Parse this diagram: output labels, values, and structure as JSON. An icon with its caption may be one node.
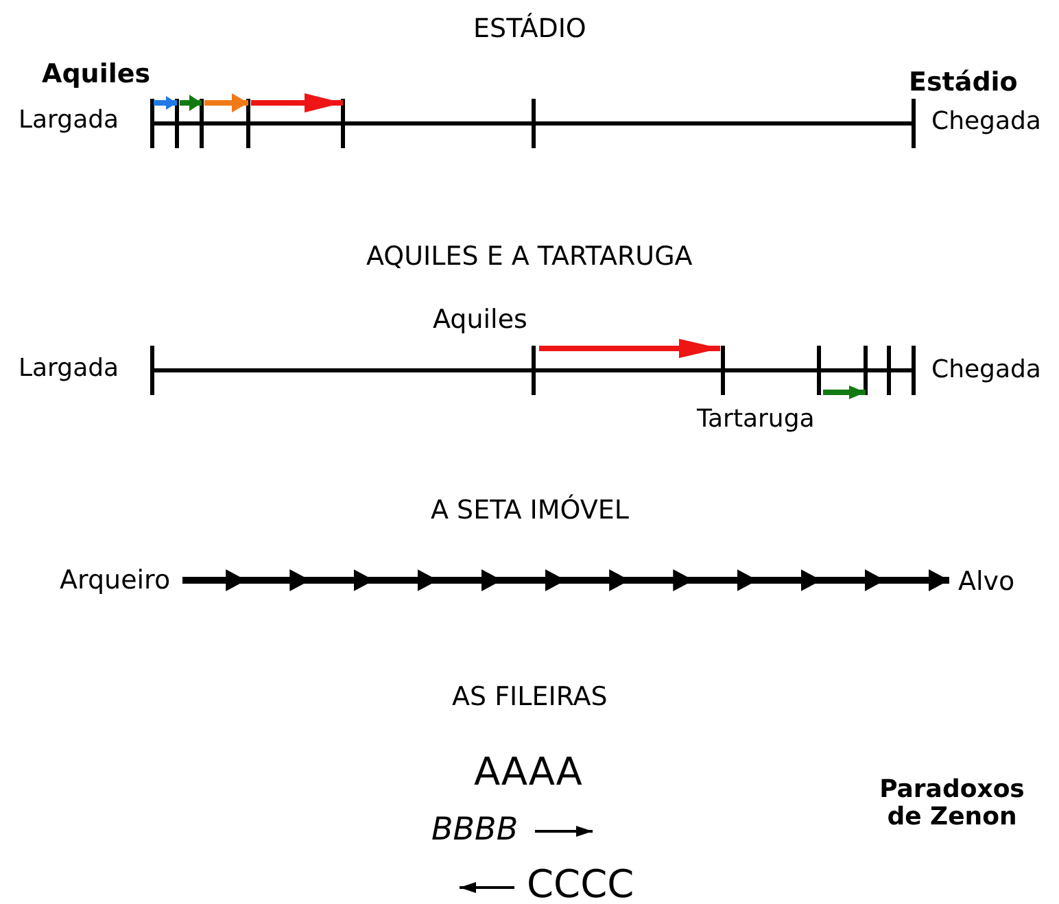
{
  "diagram": {
    "caption": "Paradoxos de Zenon",
    "nodes": [
      {
        "text": [
          "Arqueiro"
        ]
      },
      {
        "text": [
          "Alvo"
        ]
      }
    ],
    "edges": [
      {
        "from": 0,
        "to": 1,
        "arrow": "to"
      }
    ],
    "labels": [
      "ESTÁDIO",
      "Aquiles",
      "Estádio",
      "Largada",
      "Chegada",
      "AQUILES E A TARTARUGA",
      "Aquiles",
      "Largada",
      "Chegada",
      "Tartaruga",
      "A SETA IMÓVEL",
      "AS FILEIRAS",
      "AAAA",
      "BBBB",
      "CCCC"
    ]
  }
}
